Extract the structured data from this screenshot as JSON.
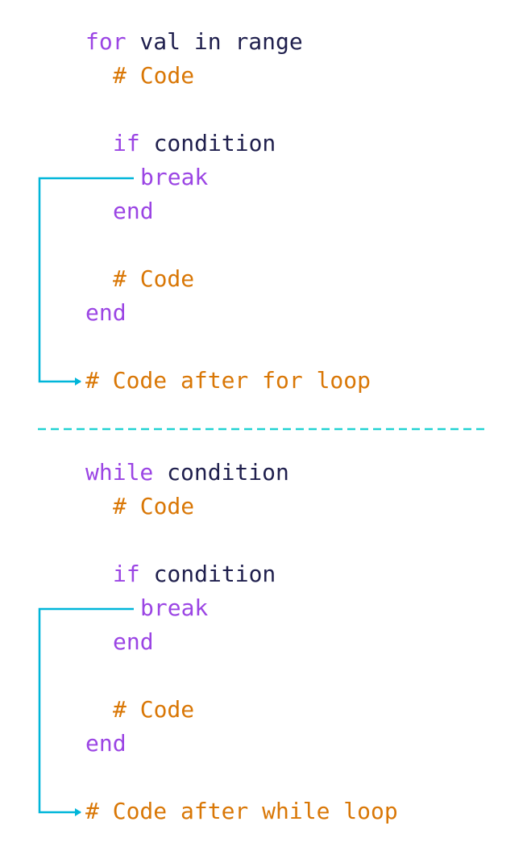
{
  "colors": {
    "keyword": "#9b45e4",
    "plain": "#1f1f4d",
    "comment": "#d97706",
    "arrow": "#00b6d9",
    "divider": "#22d3d3",
    "background": "#ffffff"
  },
  "blocks": [
    {
      "id": "for-loop",
      "lines": [
        {
          "indent": 0,
          "tokens": [
            {
              "t": "for",
              "k": "keyword"
            },
            {
              "t": " val in range",
              "k": "plain"
            }
          ]
        },
        {
          "indent": 1,
          "tokens": [
            {
              "t": "# Code",
              "k": "comment"
            }
          ]
        },
        {
          "indent": 0,
          "tokens": []
        },
        {
          "indent": 1,
          "tokens": [
            {
              "t": "if",
              "k": "keyword"
            },
            {
              "t": " condition",
              "k": "plain"
            }
          ]
        },
        {
          "indent": 2,
          "tokens": [
            {
              "t": "break",
              "k": "keyword"
            }
          ],
          "role": "break"
        },
        {
          "indent": 1,
          "tokens": [
            {
              "t": "end",
              "k": "keyword"
            }
          ]
        },
        {
          "indent": 0,
          "tokens": []
        },
        {
          "indent": 1,
          "tokens": [
            {
              "t": "# Code",
              "k": "comment"
            }
          ]
        },
        {
          "indent": 0,
          "tokens": [
            {
              "t": "end",
              "k": "keyword"
            }
          ]
        },
        {
          "indent": 0,
          "tokens": []
        },
        {
          "indent": 0,
          "tokens": [
            {
              "t": "# Code after for loop",
              "k": "comment"
            }
          ],
          "role": "target"
        }
      ]
    },
    {
      "id": "while-loop",
      "lines": [
        {
          "indent": 0,
          "tokens": [
            {
              "t": "while",
              "k": "keyword"
            },
            {
              "t": " condition",
              "k": "plain"
            }
          ]
        },
        {
          "indent": 1,
          "tokens": [
            {
              "t": "# Code",
              "k": "comment"
            }
          ]
        },
        {
          "indent": 0,
          "tokens": []
        },
        {
          "indent": 1,
          "tokens": [
            {
              "t": "if",
              "k": "keyword"
            },
            {
              "t": " condition",
              "k": "plain"
            }
          ]
        },
        {
          "indent": 2,
          "tokens": [
            {
              "t": "break",
              "k": "keyword"
            }
          ],
          "role": "break"
        },
        {
          "indent": 1,
          "tokens": [
            {
              "t": "end",
              "k": "keyword"
            }
          ]
        },
        {
          "indent": 0,
          "tokens": []
        },
        {
          "indent": 1,
          "tokens": [
            {
              "t": "# Code",
              "k": "comment"
            }
          ]
        },
        {
          "indent": 0,
          "tokens": [
            {
              "t": "end",
              "k": "keyword"
            }
          ]
        },
        {
          "indent": 0,
          "tokens": []
        },
        {
          "indent": 0,
          "tokens": [
            {
              "t": "# Code after while loop",
              "k": "comment"
            }
          ],
          "role": "target"
        }
      ]
    }
  ]
}
